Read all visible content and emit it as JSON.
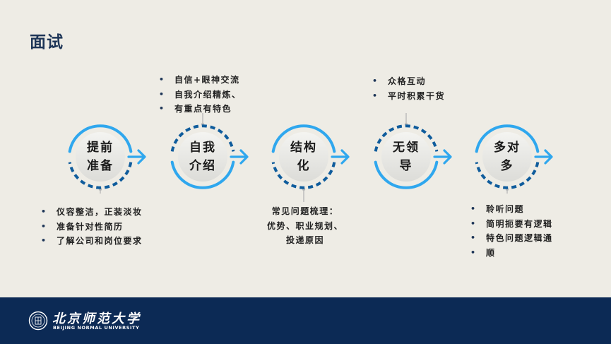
{
  "title": "面试",
  "steps": [
    {
      "label_lines": [
        "提前",
        "准备"
      ],
      "notes_position": "below",
      "notes": [
        "仪容整洁，正装淡妆",
        "准备针对性简历",
        "了解公司和岗位要求"
      ]
    },
    {
      "label_lines": [
        "自我",
        "介绍"
      ],
      "notes_position": "above",
      "notes": [
        "自信+眼神交流",
        "自我介绍精炼、",
        "有重点有特色"
      ]
    },
    {
      "label_lines": [
        "结构",
        "化"
      ],
      "notes_position": "below",
      "notes_plain": [
        "常见问题梳理：",
        "优势、职业规划、",
        "投递原因"
      ]
    },
    {
      "label_lines": [
        "无领",
        "导"
      ],
      "notes_position": "above",
      "notes": [
        "众格互动",
        "平时积累干货"
      ]
    },
    {
      "label_lines": [
        "多对",
        "多"
      ],
      "notes_position": "below",
      "notes": [
        "聆听问题",
        "简明扼要有逻辑",
        "特色问题逻辑通",
        "顺"
      ]
    }
  ],
  "footer": {
    "logo_cn": "北京师范大学",
    "logo_en": "BEIJING NORMAL UNIVERSITY"
  },
  "colors": {
    "background": "#eeece5",
    "title": "#1d3557",
    "ring_light": "#2fa7ee",
    "ring_dark": "#0f5c9c",
    "footer": "#0c2a55"
  }
}
